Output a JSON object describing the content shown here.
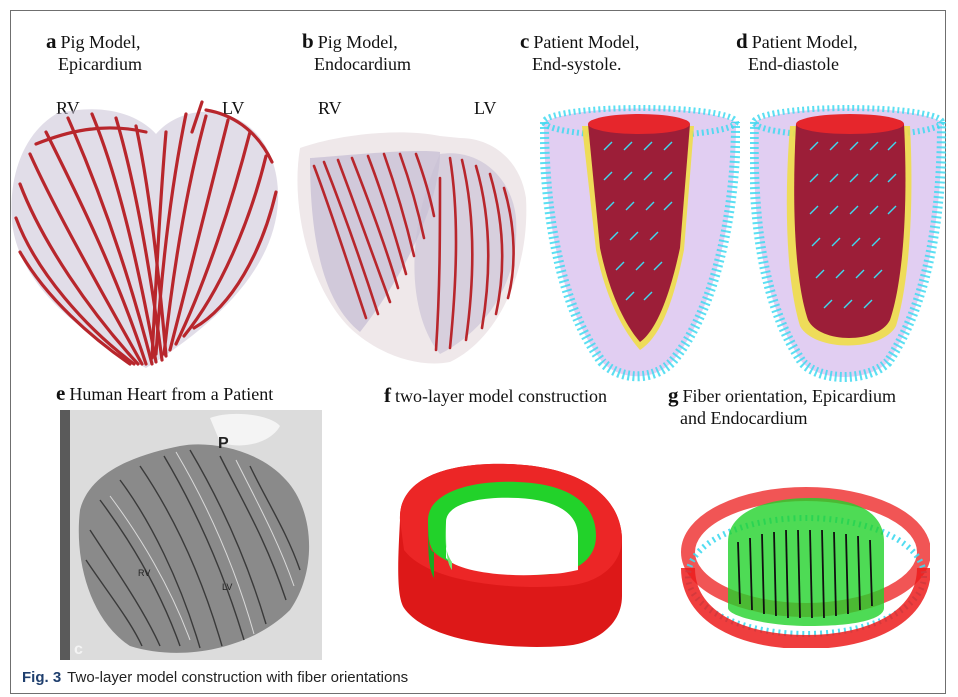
{
  "panels": {
    "a": {
      "letter": "a",
      "line1": "Pig Model,",
      "line2": "Epicardium",
      "rv": "RV",
      "lv": "LV"
    },
    "b": {
      "letter": "b",
      "line1": "Pig Model,",
      "line2": "Endocardium",
      "rv": "RV",
      "lv": "LV"
    },
    "c": {
      "letter": "c",
      "line1": "Patient Model,",
      "line2": "End-systole."
    },
    "d": {
      "letter": "d",
      "line1": "Patient Model,",
      "line2": "End-diastole"
    },
    "e": {
      "letter": "e",
      "line1": "Human Heart from a Patient",
      "photo_p": "P",
      "photo_rv": "RV",
      "photo_lv": "LV",
      "photo_c": "c"
    },
    "f": {
      "letter": "f",
      "line1": "two-layer model construction"
    },
    "g": {
      "letter": "g",
      "line1": "Fiber orientation, Epicardium",
      "line2": "and Endocardium"
    }
  },
  "caption": {
    "label": "Fig. 3",
    "text": "Two-layer model construction with fiber orientations"
  },
  "colors": {
    "muscle": "#b8262c",
    "cyan": "#3fd9f0",
    "green": "#22d22a",
    "red": "#ec1c1c",
    "caption_label": "#1f3f6e"
  }
}
